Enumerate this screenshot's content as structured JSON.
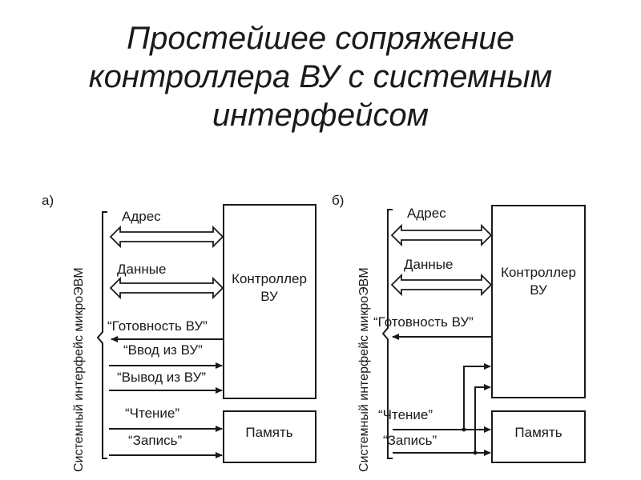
{
  "title": {
    "line1": "Простейшее сопряжение",
    "line2": "контроллера ВУ с системным",
    "line3": "интерфейсом"
  },
  "panel_a": {
    "label": "а)",
    "vertical_label": "Системный интерфейс микроЭВМ",
    "address": "Адрес",
    "data": "Данные",
    "ready": "“Готовность ВУ”",
    "input": "“Ввод из ВУ”",
    "output": "“Вывод из ВУ”",
    "read": "“Чтение”",
    "write": "“Запись”",
    "controller_line1": "Контроллер",
    "controller_line2": "ВУ",
    "memory": "Память"
  },
  "panel_b": {
    "label": "б)",
    "vertical_label": "Системный интерфейс микроЭВМ",
    "address": "Адрес",
    "data": "Данные",
    "ready": "“Готовность ВУ”",
    "read": "“Чтение”",
    "write": "“Запись”",
    "controller_line1": "Контроллер",
    "controller_line2": "ВУ",
    "memory": "Память"
  }
}
